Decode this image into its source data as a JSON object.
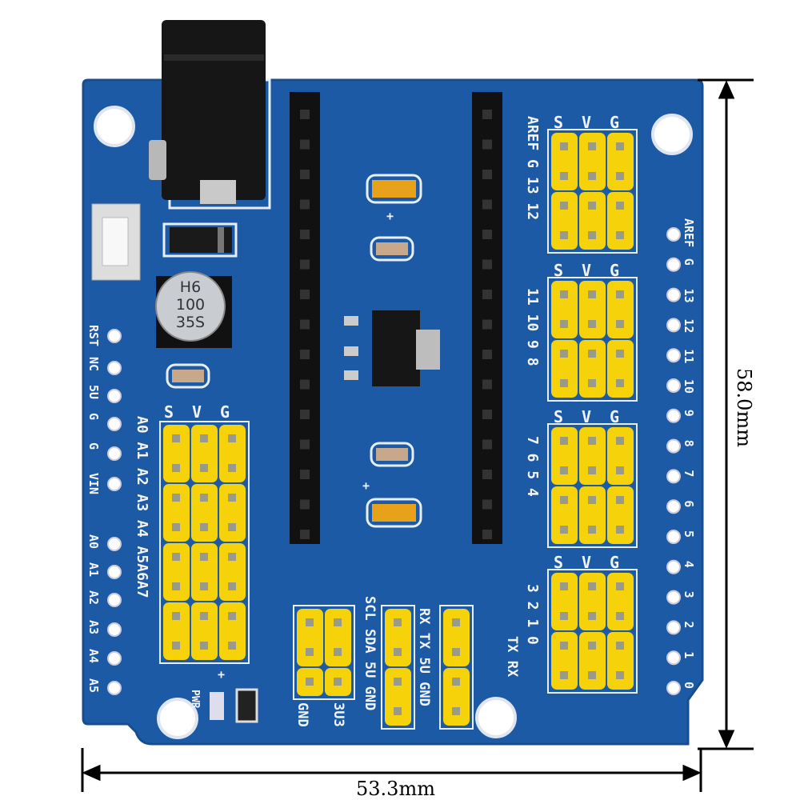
{
  "dimensions": {
    "height_label": "58.0mm",
    "width_label": "53.3mm"
  },
  "capacitor": {
    "lines": [
      "H6",
      "100",
      "35S"
    ]
  },
  "left_pins": {
    "power": [
      "RST",
      "NC",
      "5U",
      "G",
      "G",
      "VIN"
    ],
    "analog": [
      "A0",
      "A1",
      "A2",
      "A3",
      "A4",
      "A5"
    ]
  },
  "left_header_label": "A0 A1 A2 A3 A4 A5A6A7",
  "svg_header": [
    "S",
    "V",
    "G"
  ],
  "right_pins": [
    "AREF",
    "G",
    "13",
    "12",
    "11",
    "10",
    "9",
    "8",
    "7",
    "6",
    "5",
    "4",
    "3",
    "2",
    "1",
    "0"
  ],
  "right_group_labels": [
    "AREF G 13 12",
    "11 10 9 8",
    "7  6  5  4",
    "3  2  1  0"
  ],
  "serial_label": "TX RX",
  "bottom_labels": {
    "power_header": [
      "GND",
      "3U3"
    ],
    "i2c": "SCL SDA 5U GND",
    "uart": "RX TX 5U GND"
  },
  "led": {
    "label": "PWR",
    "plus": "+"
  },
  "tantalum_plus": "+",
  "colors": {
    "board": "#1c5aa6",
    "header": "#f5d20a",
    "silk": "#f2f4f8"
  }
}
